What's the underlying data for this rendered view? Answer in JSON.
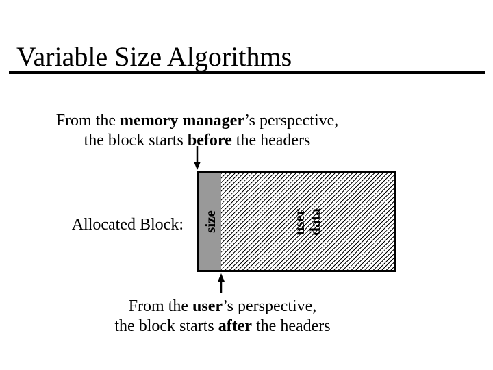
{
  "slide": {
    "title": "Variable Size Algorithms"
  },
  "top_caption": {
    "line1": {
      "pre": "From the ",
      "bold": "memory manager",
      "post": "’s perspective,"
    },
    "line2": {
      "pre": "the block starts ",
      "bold": "before",
      "post": " the headers"
    }
  },
  "diagram": {
    "allocated_block_label": "Allocated Block:",
    "size_label": "size",
    "user_data_label": {
      "line1": "user",
      "line2": "data"
    },
    "colors": {
      "header_fill": "#999999",
      "border": "#000000",
      "hatch_line": "#000000",
      "background": "#ffffff"
    }
  },
  "bottom_caption": {
    "line1": {
      "pre": "From the ",
      "bold": "user",
      "post": "’s perspective,"
    },
    "line2": {
      "pre": "the block starts ",
      "bold": "after",
      "post": " the headers"
    }
  }
}
